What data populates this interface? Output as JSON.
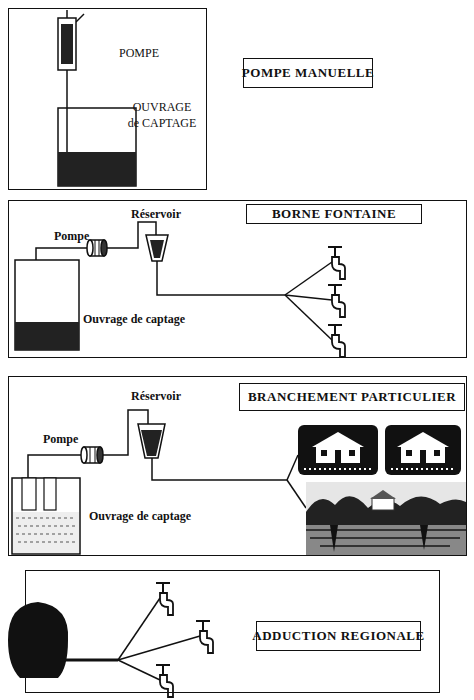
{
  "diagram": {
    "nodes": [
      {
        "text": [
          "POMPE",
          "OUVRAGE de CAPTAGE"
        ]
      },
      {
        "text": [
          "POMPE MANUELLE"
        ]
      },
      {
        "text": [
          "Pompe",
          "Réservoir",
          "Ouvrage de captage"
        ]
      },
      {
        "text": [
          "BORNE FONTAINE"
        ],
        "in": 2
      },
      {
        "text": [
          "Pompe",
          "Réservoir",
          "Ouvrage de captage"
        ]
      },
      {
        "text": [
          "BRANCHEMENT PARTICULIER"
        ],
        "in": 4
      },
      {
        "text": []
      },
      {
        "text": [
          "ADDUCTION REGIONALE"
        ],
        "in": 6
      }
    ]
  }
}
